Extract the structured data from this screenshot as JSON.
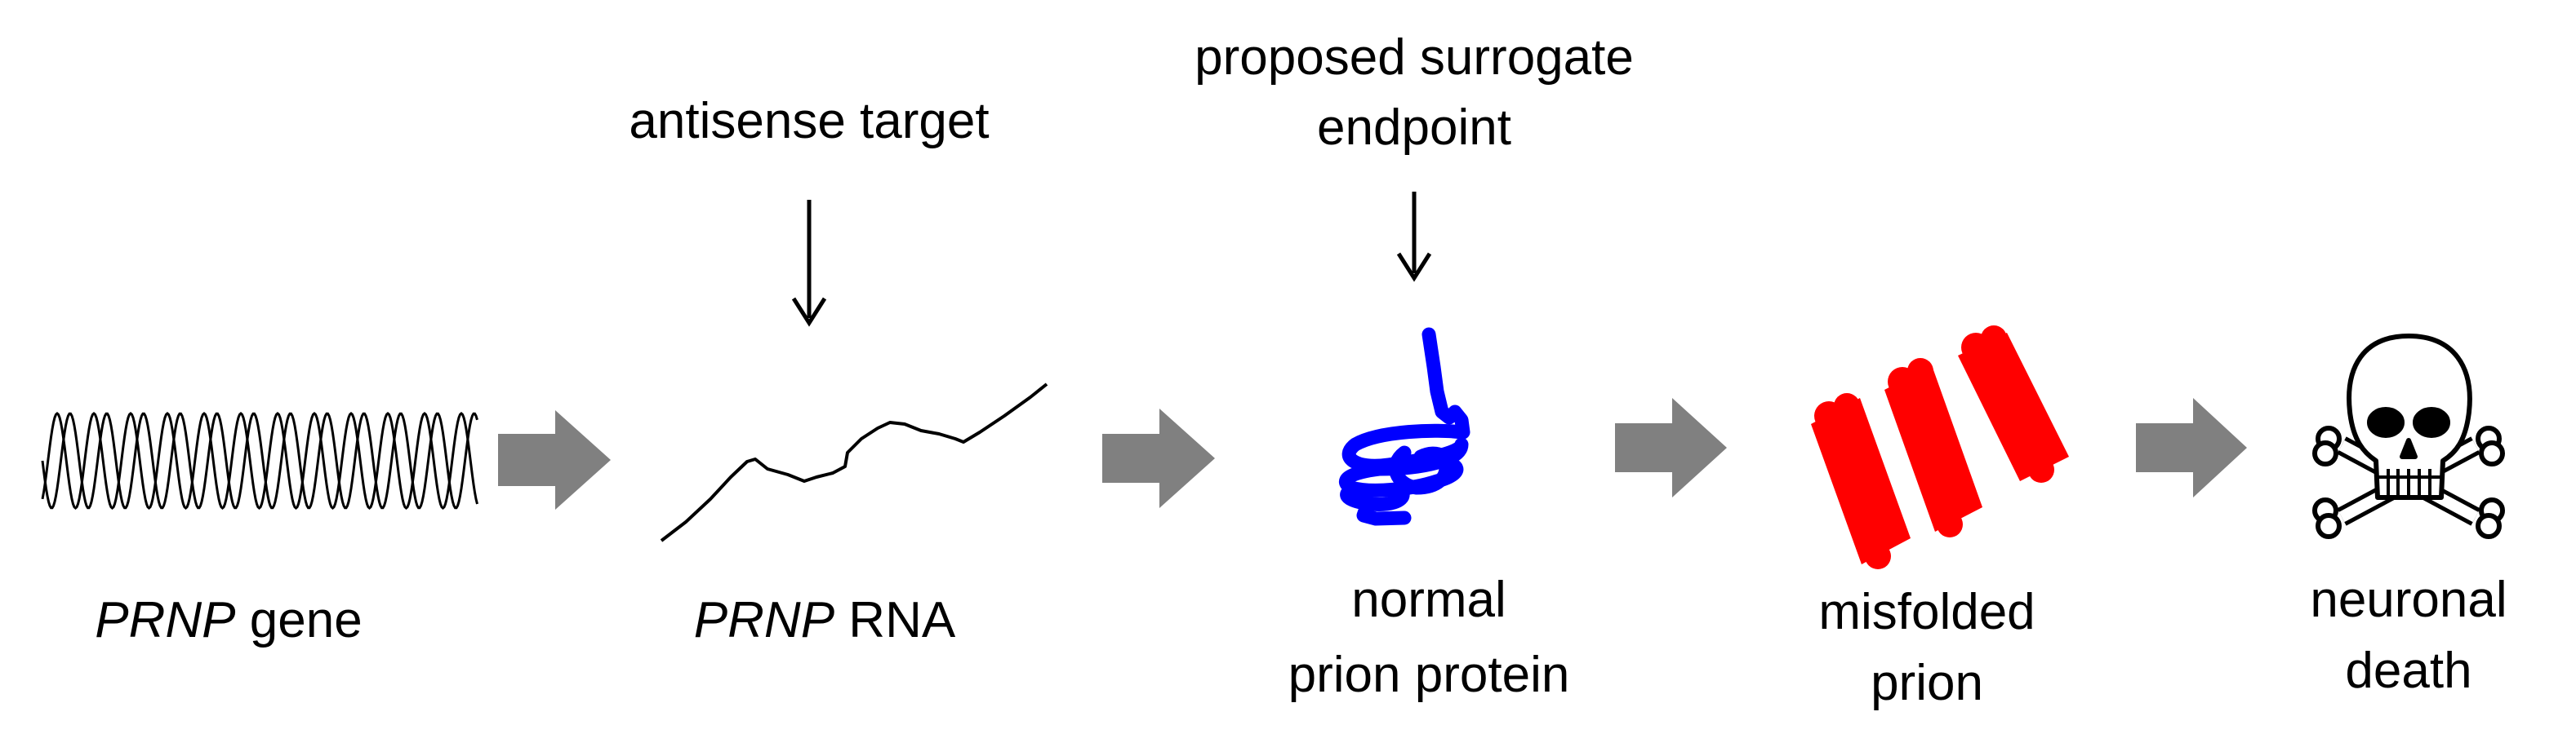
{
  "annotations": {
    "antisense": "antisense target",
    "surrogate_line1": "proposed surrogate",
    "surrogate_line2": "endpoint"
  },
  "stages": [
    {
      "italic": "PRNP",
      "text": " gene",
      "icon": "dna-helix-icon"
    },
    {
      "italic": "PRNP",
      "text": " RNA",
      "icon": "rna-strand-icon"
    },
    {
      "line1": "normal",
      "line2": "prion protein",
      "icon": "folded-protein-icon",
      "color": "#0000ff"
    },
    {
      "line1": "misfolded",
      "line2": "prion",
      "icon": "misfolded-aggregate-icon",
      "color": "#ff0000"
    },
    {
      "line1": "neuronal",
      "line2": "death",
      "icon": "skull-crossbones-icon"
    }
  ],
  "colors": {
    "arrow": "#808080",
    "normal_protein": "#0000ff",
    "misfolded_prion": "#ff0000"
  }
}
